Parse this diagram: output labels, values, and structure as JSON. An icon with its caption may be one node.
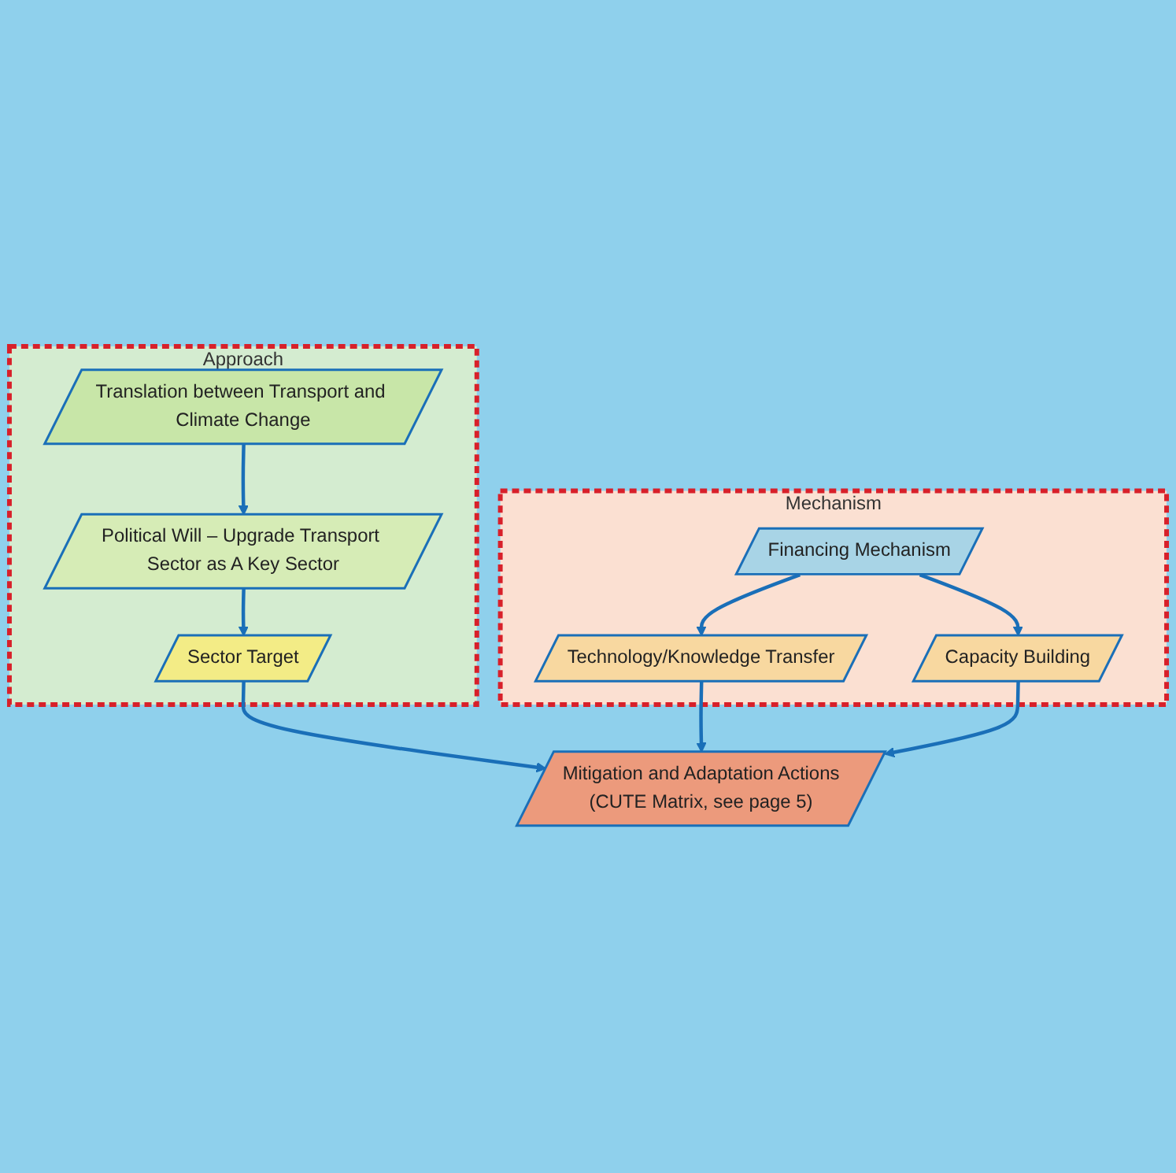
{
  "diagram": {
    "nodes": [
      {
        "text": [
          "Approach"
        ]
      },
      {
        "text": [
          "Translation between Transport and Climate Change"
        ],
        "in": 0
      },
      {
        "text": [
          "Political Will – Upgrade Transport Sector as A Key Sector"
        ],
        "in": 0
      },
      {
        "text": [
          "Sector Target"
        ],
        "in": 0
      },
      {
        "text": [
          "Mitigation and Adaptation Actions",
          "(CUTE Matrix, see page 5)"
        ]
      },
      {
        "text": [
          "Mechanism"
        ]
      },
      {
        "text": [
          "Technology/Knowledge Transfer"
        ],
        "in": 5
      },
      {
        "text": [
          "Capacity Building"
        ],
        "in": 5
      },
      {
        "text": [
          "Financing Mechanism"
        ],
        "in": 5
      }
    ],
    "edges": [
      {
        "from": 1,
        "to": 2,
        "arrow": "to"
      },
      {
        "from": 2,
        "to": 3,
        "arrow": "to"
      },
      {
        "from": 3,
        "to": 4,
        "arrow": "to"
      },
      {
        "from": 6,
        "to": 4,
        "arrow": "to"
      },
      {
        "from": 7,
        "to": 4,
        "arrow": "to"
      },
      {
        "from": 8,
        "to": 6,
        "arrow": "to"
      },
      {
        "from": 8,
        "to": 7,
        "arrow": "to"
      }
    ]
  }
}
